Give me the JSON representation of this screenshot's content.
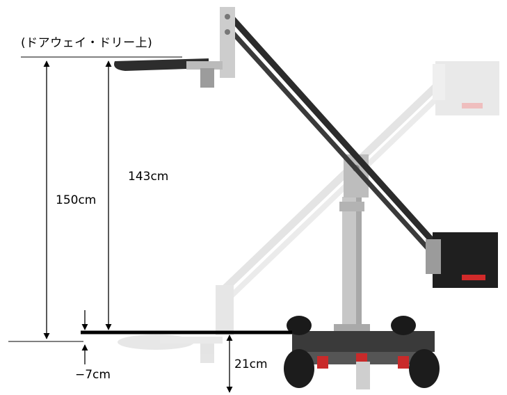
{
  "labels": {
    "top_note": "(ドアウェイ・ドリー上)",
    "height_150": "150cm",
    "height_143": "143cm",
    "height_21": "21cm",
    "offset_minus7": "−7cm"
  },
  "colors": {
    "line": "#000000",
    "arm_dark": "#2b2b2b",
    "arm_light": "#cfcfcf",
    "metal": "#bcbcbc",
    "red_accent": "#d12a2a"
  }
}
